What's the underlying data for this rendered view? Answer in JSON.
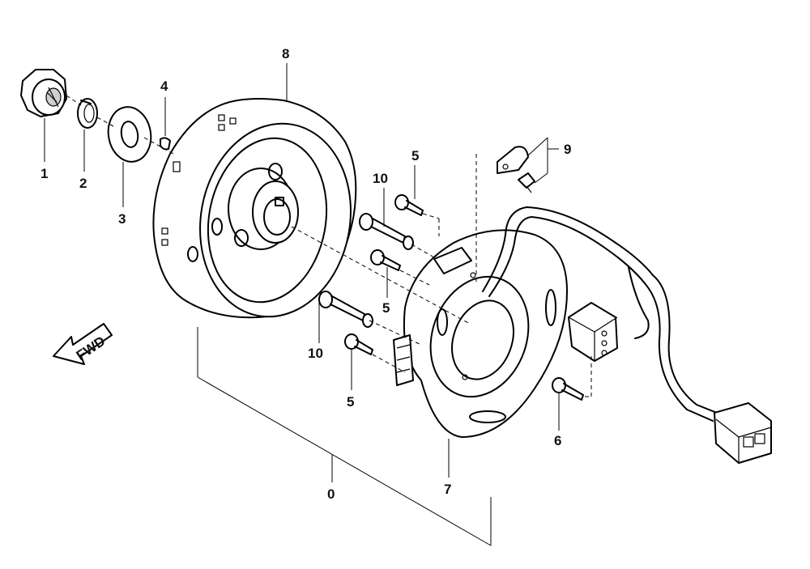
{
  "callouts": {
    "p0": "0",
    "p1": "1",
    "p2": "2",
    "p3": "3",
    "p4": "4",
    "p5a": "5",
    "p5b": "5",
    "p5c": "5",
    "p6": "6",
    "p7": "7",
    "p8": "8",
    "p9": "9",
    "p10a": "10",
    "p10b": "10"
  },
  "direction_arrow": {
    "label": "FWD"
  }
}
